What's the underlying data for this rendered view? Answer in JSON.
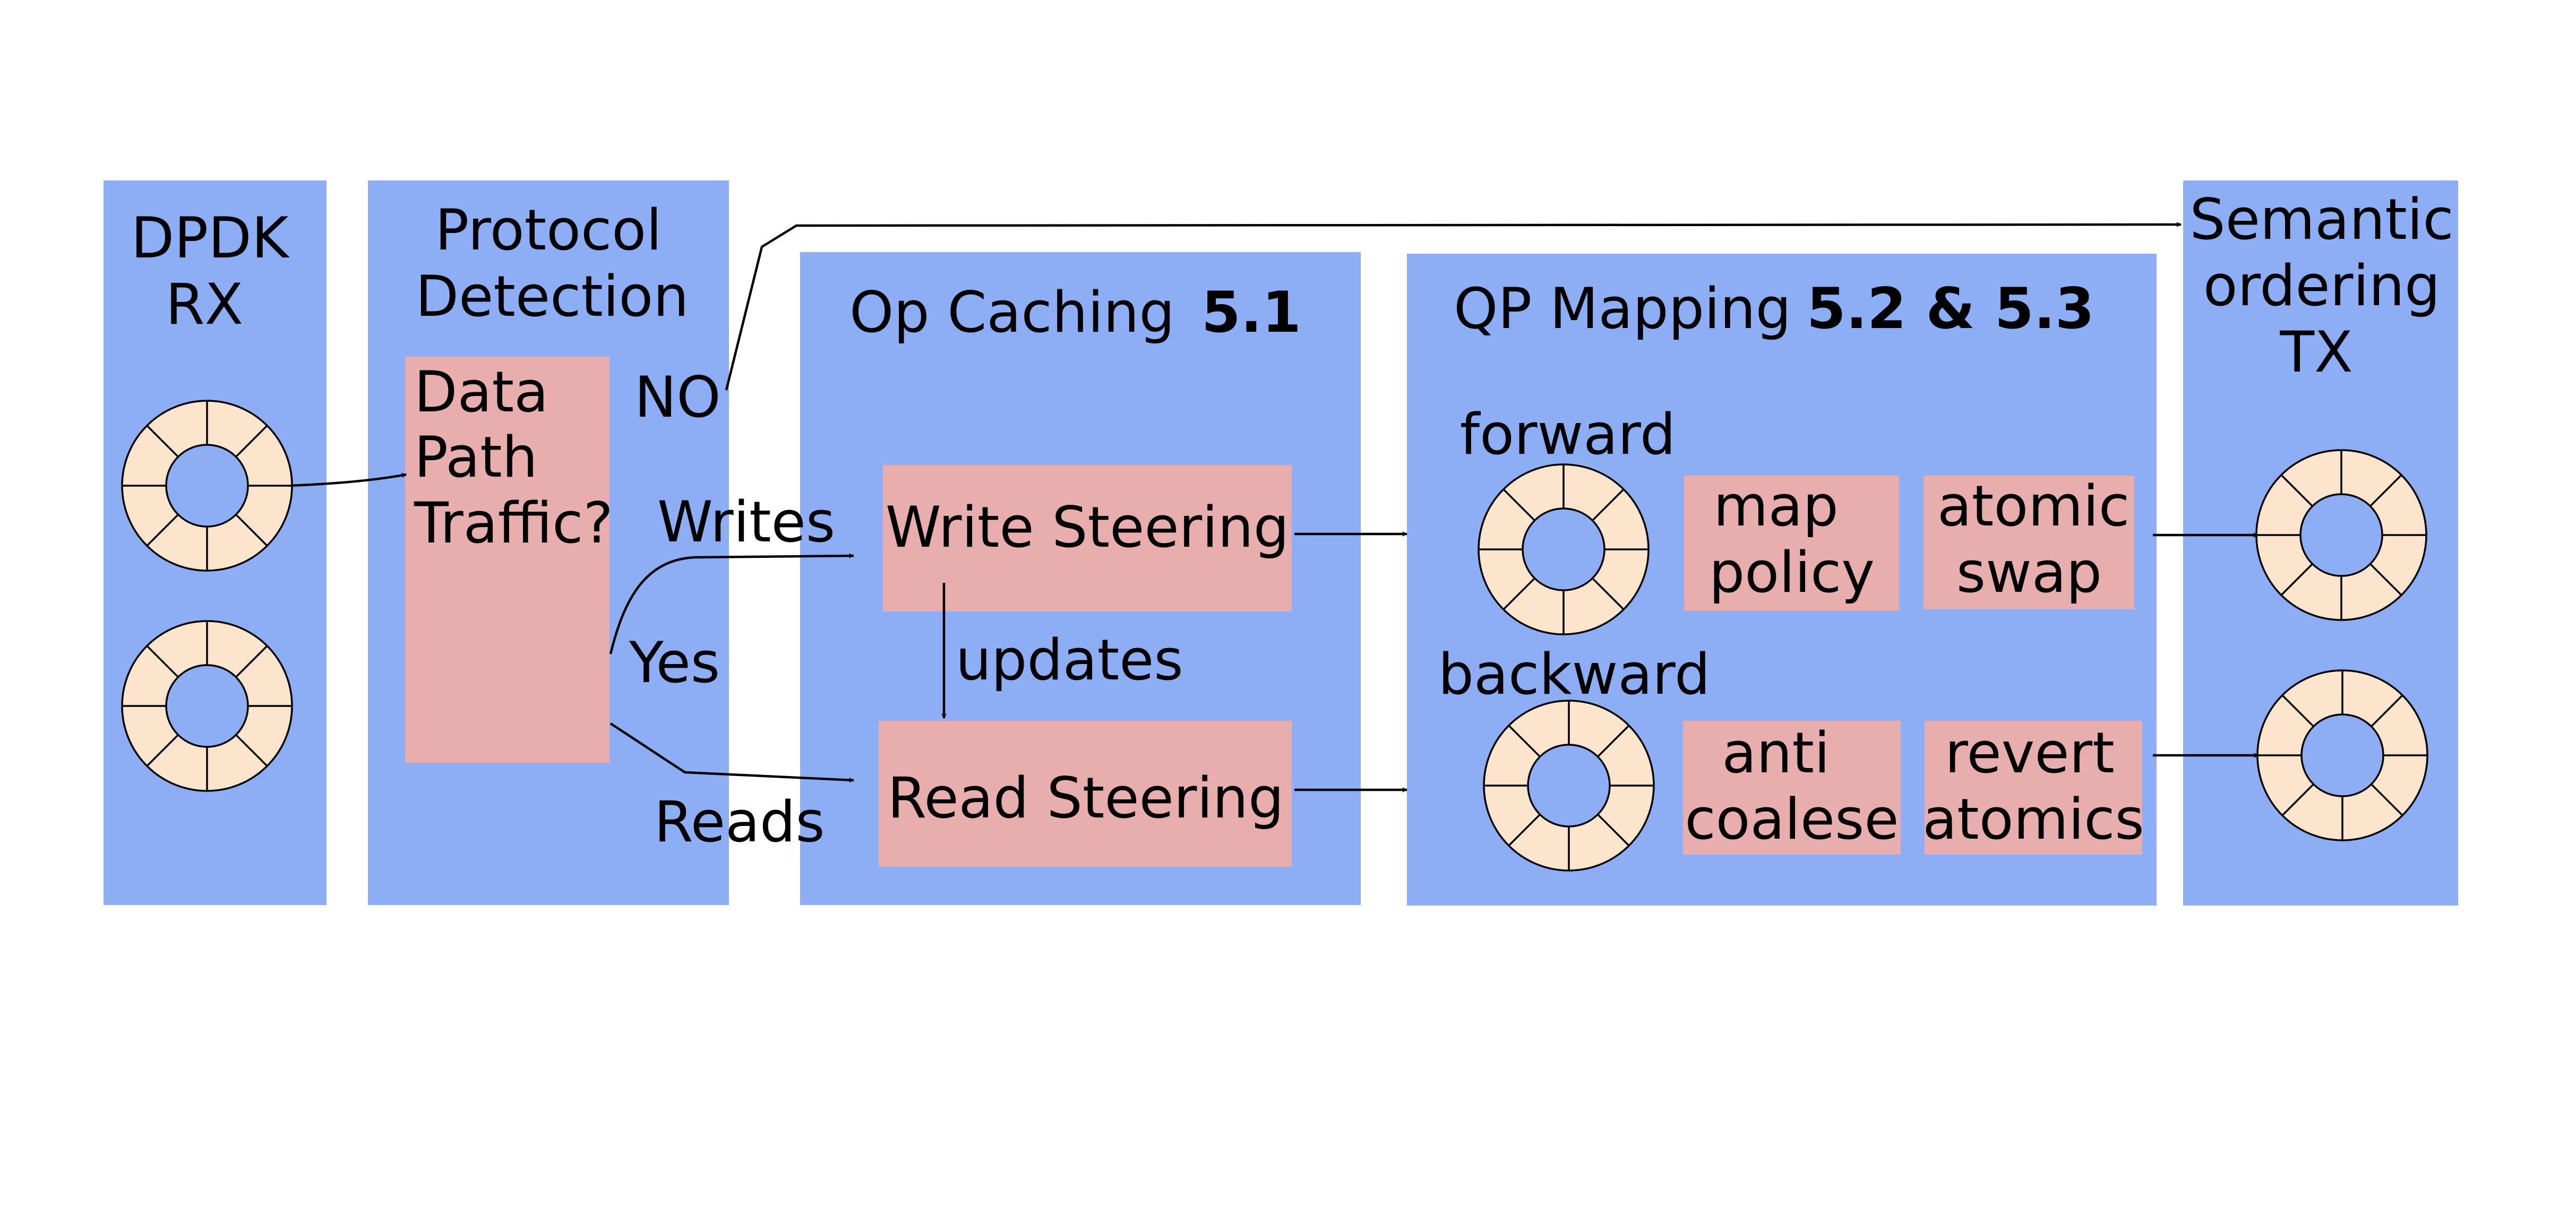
{
  "colors": {
    "panel": "#8dadf4",
    "box": "#e8aeae",
    "ring": "#fde4cd",
    "line": "#000000",
    "background": "#ffffff"
  },
  "icons": {
    "ring_buffer": "ring-buffer-icon",
    "arrowhead": "arrowhead-icon"
  },
  "panels": {
    "rx": {
      "line1": "DPDK",
      "line2": "RX"
    },
    "protocol": {
      "line1": "Protocol",
      "line2": "Detection"
    },
    "opcache": {
      "title": "Op Caching",
      "section": "5.1"
    },
    "qp": {
      "title": "QP Mapping",
      "section": "5.2 & 5.3"
    },
    "tx": {
      "line1": "Semantic",
      "line2": "ordering",
      "line3": "TX"
    }
  },
  "boxes": {
    "data_path": {
      "line1": "Data",
      "line2": "Path",
      "line3": "Traffic?"
    },
    "write_steering": "Write Steering",
    "read_steering": "Read Steering",
    "map_policy": {
      "line1": "map",
      "line2": "policy"
    },
    "atomic_swap": {
      "line1": "atomic",
      "line2": "swap"
    },
    "anti_coalese": {
      "line1": "anti",
      "line2": "coalese"
    },
    "revert_atomics": {
      "line1": "revert",
      "line2": "atomics"
    }
  },
  "edge_labels": {
    "no": "NO",
    "writes": "Writes",
    "yes": "Yes",
    "reads": "Reads",
    "updates": "updates"
  },
  "qp_labels": {
    "forward": "forward",
    "backward": "backward"
  }
}
